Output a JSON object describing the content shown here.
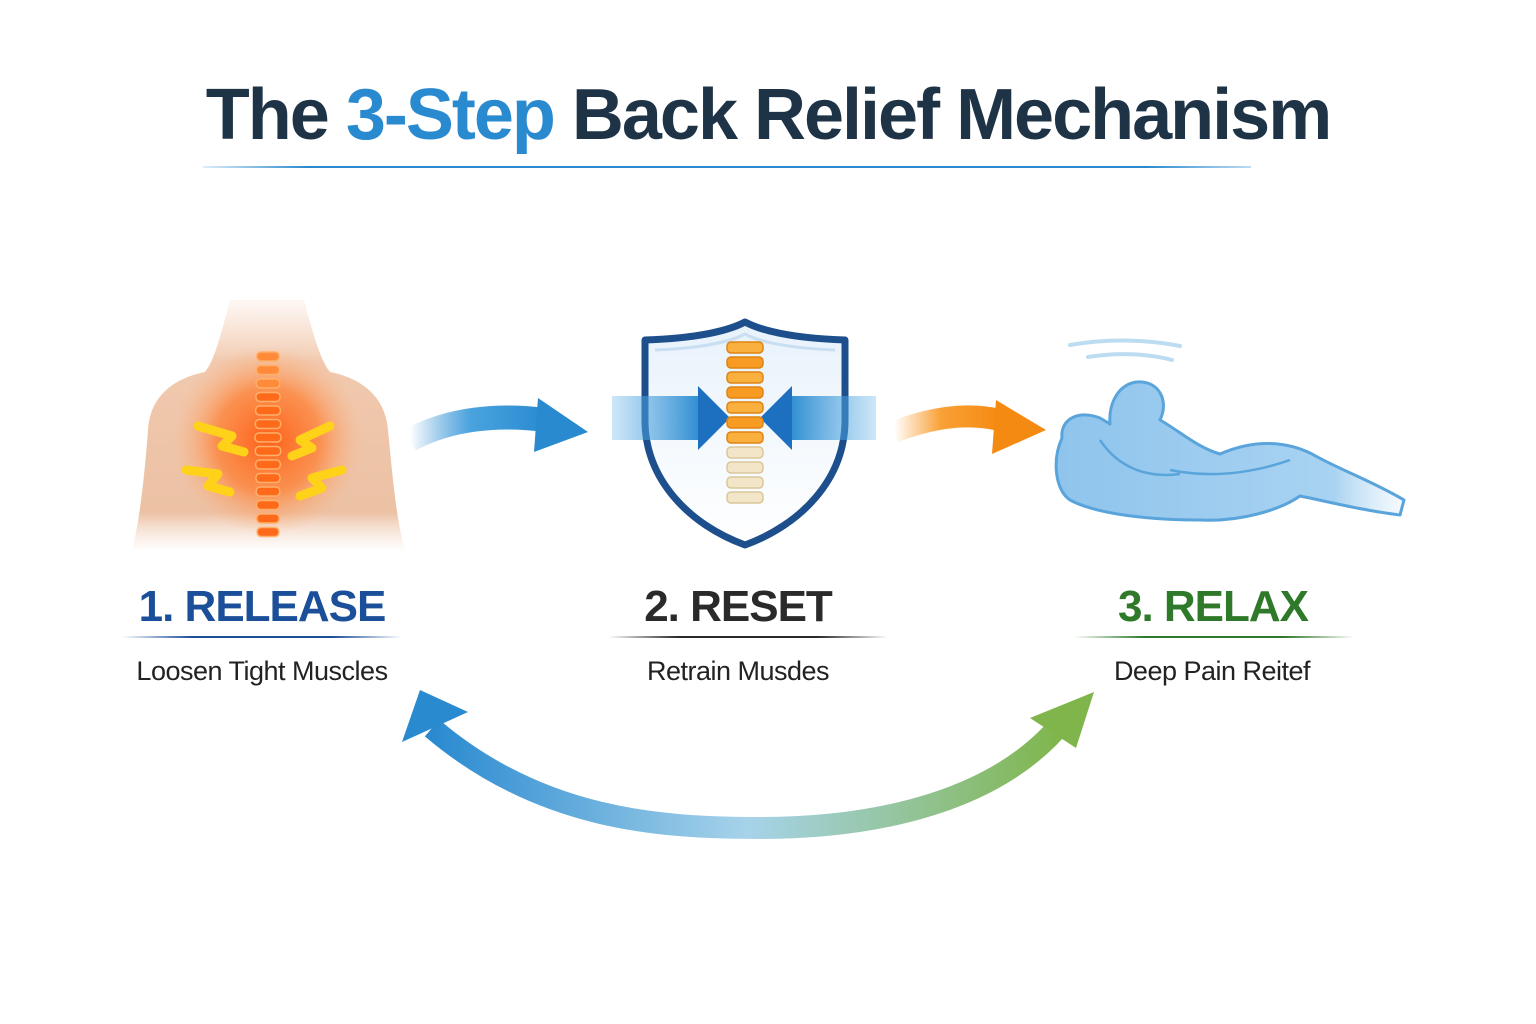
{
  "title": {
    "prefix": "The",
    "accent": "3-Step",
    "suffix": "Back Relief Mechanism"
  },
  "steps": [
    {
      "label": "1. RELEASE",
      "subtitle": "Loosen Tight Muscles",
      "color": "#1b4f99"
    },
    {
      "label": "2. RESET",
      "subtitle": "Retrain Musdes",
      "color": "#2a2a2a"
    },
    {
      "label": "3. RELAX",
      "subtitle": "Deep Pain Reitef",
      "color": "#2f7a2a"
    }
  ],
  "colors": {
    "title": "#1f3347",
    "accent": "#2a8ad0",
    "heat": "#ff6a1a",
    "spine": "#f7a32b",
    "relax_figure": "#8fc4ec",
    "cycle_start": "#2a8ad0",
    "cycle_end": "#7fb54a"
  },
  "icons": [
    "back-pain-torso-icon",
    "spine-shield-icon",
    "reclining-person-icon",
    "arrow-right-icon",
    "cycle-arrow-icon"
  ]
}
